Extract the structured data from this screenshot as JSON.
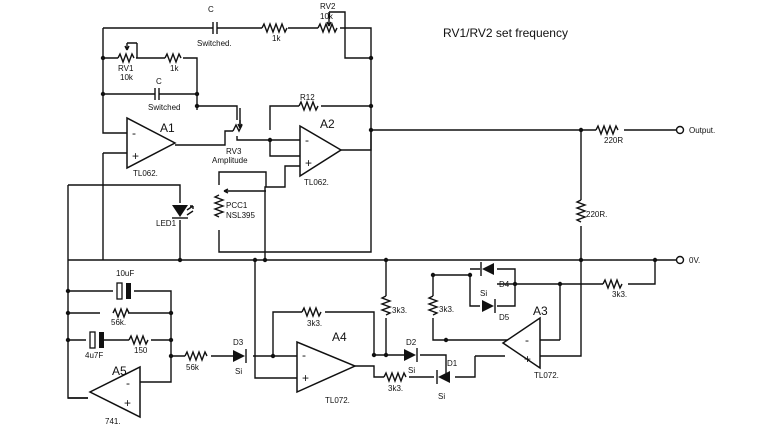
{
  "title": "RV1/RV2 set frequency",
  "components": {
    "cap_top": "C",
    "cap_top_note": "Switched.",
    "r_1k_top": "1k",
    "rv2": "RV2",
    "rv2_value": "10k",
    "rv1": "RV1",
    "rv1_value": "10k",
    "r_1k_mid": "1k",
    "cap_mid": "C",
    "cap_mid_note": "Switched",
    "r12": "R12",
    "a1": "A1",
    "a1_part": "TL062.",
    "a2": "A2",
    "a2_part": "TL062.",
    "rv3": "RV3",
    "rv3_note": "Amplitude",
    "pcc1": "PCC1",
    "pcc1_part": "NSL395",
    "led1": "LED1",
    "r_out": "220R",
    "r_220_vert": "220R.",
    "output": "Output.",
    "zero_v": "0V.",
    "cap_10u": "10uF",
    "r_56k_a": "56k.",
    "cap_4u7": "4u7F",
    "r_150": "150",
    "a5": "A5",
    "a5_part": "741.",
    "r_56k_b": "56k",
    "d3": "D3",
    "d3_type": "Si",
    "r_3k3_a4": "3k3.",
    "a4": "A4",
    "a4_part": "TL072.",
    "r_3k3_v1": "3k3.",
    "r_3k3_v2": "3k3.",
    "d2": "D2",
    "d2_type": "Si",
    "r_3k3_bot": "3k3.",
    "d1": "D1",
    "d1_type": "Si",
    "d4": "D4",
    "d4_type": "Si",
    "d5": "D5",
    "r_3k3_a3": "3k3.",
    "a3": "A3",
    "a3_part": "TL072.",
    "minus": "-",
    "plus": "+"
  }
}
